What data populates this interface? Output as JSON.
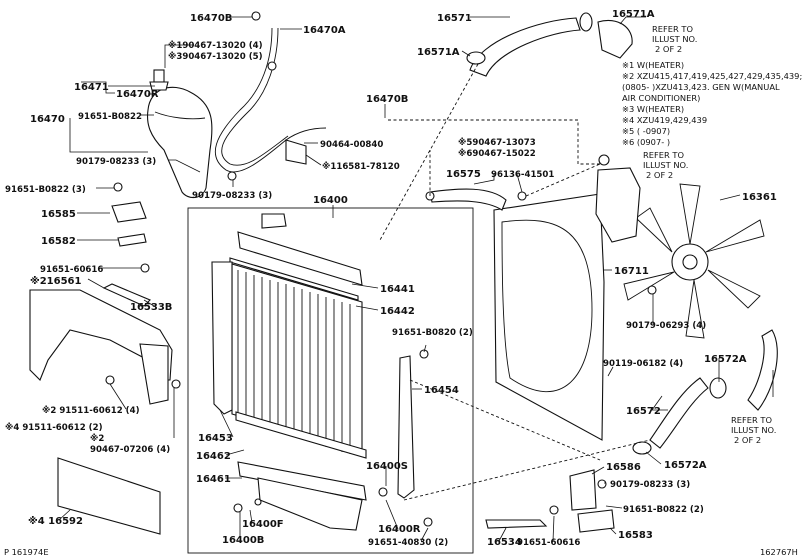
{
  "parts": {
    "p16470B": "16470B",
    "p16470A": "16470A",
    "p190467": "※190467-13020 (4)",
    "p390467": "※390467-13020 (5)",
    "p16471": "16471",
    "p16470R": "16470R",
    "p16470": "16470",
    "p91651_0822a": "91651-B0822",
    "p90179_3a": "90179-08233 (3)",
    "p91651_0822_3": "91651-B0822 (3)",
    "p16585": "16585",
    "p16582": "16582",
    "p90179_3b": "90179-08233 (3)",
    "p16470B2": "16470B",
    "p90464": "90464-00840",
    "p116581": "※116581-78120",
    "p16571": "16571",
    "p16571A_top": "16571A",
    "p16571A_mid": "16571A",
    "p590467": "※590467-13073",
    "p690467": "※690467-15022",
    "p16575": "16575",
    "p96136": "96136-41501",
    "p16361": "16361",
    "p16400": "16400",
    "p91651_60616a": "91651-60616",
    "p216561": "※216561",
    "p16533B": "16533B",
    "p16441": "16441",
    "p16442": "16442",
    "p16711": "16711",
    "p90179_06293": "90179-06293 (4)",
    "p91651_0820": "91651-B0820 (2)",
    "p16454": "16454",
    "p90119": "90119-06182 (4)",
    "p16572A_a": "16572A",
    "p16572": "16572",
    "p2_91511": "※2 91511-60612 (4)",
    "p4_91511": "※4 91511-60612 (2)",
    "p2_label": "※2",
    "p90467_07206": "90467-07206 (4)",
    "p16453": "16453",
    "p16462": "16462",
    "p16461": "16461",
    "p16400S": "16400S",
    "p16572A_b": "16572A",
    "p16586": "16586",
    "p90179_3c": "90179-08233 (3)",
    "p91651_0822_2": "91651-B0822 (2)",
    "p16583": "16583",
    "p416592": "※4 16592",
    "p16400F": "16400F",
    "p16400B": "16400B",
    "p16400R": "16400R",
    "p91651_40830": "91651-40830 (2)",
    "p16534": "16534",
    "p91651_60616b": "91651-60616"
  },
  "refer_notes": {
    "top_right": [
      "REFER TO",
      "ILLUST NO.",
      "2 OF 2"
    ],
    "middle": [
      "REFER TO",
      "ILLUST NO.",
      "2 OF 2"
    ],
    "bottom_right": [
      "REFER TO",
      "ILLUST NO.",
      "2 OF 2"
    ]
  },
  "footnotes": [
    "※1 W(HEATER)",
    "※2 XZU415,417,419,425,427,429,435,439;",
    "(0805-      )XZU413,423. GEN W(MANUAL",
    "AIR CONDITIONER)",
    "※3 W(HEATER)",
    "※4 XZU419,429,439",
    "※5 (       -0907)",
    "※6 (0907-      )"
  ],
  "corner_labels": {
    "bottom_left": "P 161974E",
    "bottom_right": "162767H"
  }
}
